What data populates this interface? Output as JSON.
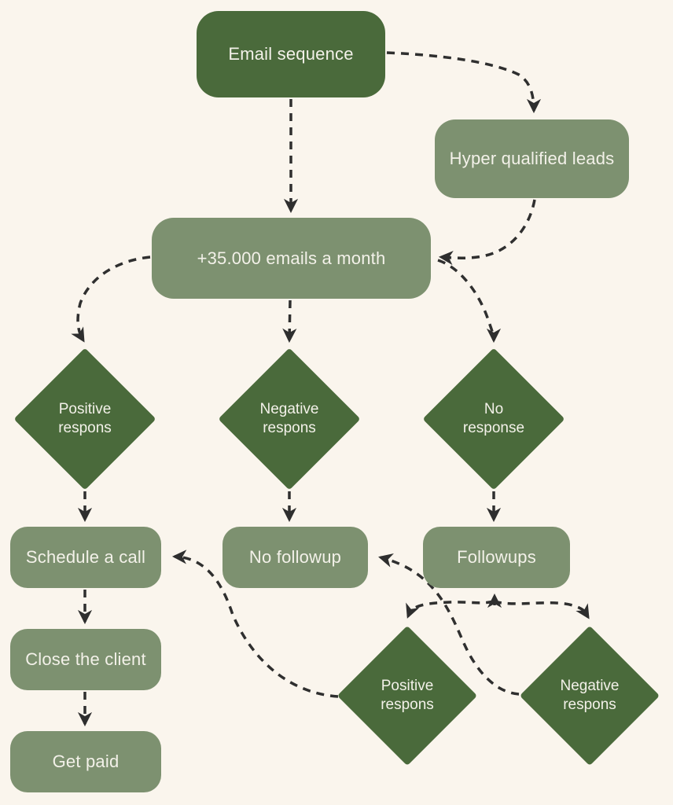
{
  "diagram": {
    "background_color": "#FAF5ED",
    "node_dark_color": "#4A6A3B",
    "node_sage_color": "#7D9170",
    "text_color": "#F3F1E9",
    "connector_color": "#2F2F2F",
    "connector_style": "dashed",
    "nodes": {
      "email_sequence": {
        "label": "Email sequence",
        "shape": "rounded-box",
        "color": "#4A6A3B"
      },
      "hyper_qualified_leads": {
        "label": "Hyper qualified leads",
        "shape": "rounded-box",
        "color": "#7D9170"
      },
      "emails_per_month": {
        "label": "+35.000 emails a month",
        "shape": "rounded-box",
        "color": "#7D9170"
      },
      "positive_respons_top": {
        "line1": "Positive",
        "line2": "respons",
        "shape": "diamond",
        "color": "#4A6A3B"
      },
      "negative_respons_top": {
        "line1": "Negative",
        "line2": "respons",
        "shape": "diamond",
        "color": "#4A6A3B"
      },
      "no_response": {
        "line1": "No",
        "line2": "response",
        "shape": "diamond",
        "color": "#4A6A3B"
      },
      "schedule_call": {
        "label": "Schedule a call",
        "shape": "rounded-box",
        "color": "#7D9170"
      },
      "no_followup": {
        "label": "No followup",
        "shape": "rounded-box",
        "color": "#7D9170"
      },
      "followups": {
        "label": "Followups",
        "shape": "rounded-box",
        "color": "#7D9170"
      },
      "close_client": {
        "label": "Close the client",
        "shape": "rounded-box",
        "color": "#7D9170"
      },
      "get_paid": {
        "label": "Get paid",
        "shape": "rounded-box",
        "color": "#7D9170"
      },
      "positive_respons_bottom": {
        "line1": "Positive",
        "line2": "respons",
        "shape": "diamond",
        "color": "#4A6A3B"
      },
      "negative_respons_bottom": {
        "line1": "Negative",
        "line2": "respons",
        "shape": "diamond",
        "color": "#4A6A3B"
      }
    },
    "edges": [
      "email_sequence -> emails_per_month",
      "email_sequence -> hyper_qualified_leads",
      "hyper_qualified_leads -> emails_per_month",
      "emails_per_month -> positive_respons_top",
      "emails_per_month -> negative_respons_top",
      "emails_per_month -> no_response",
      "positive_respons_top -> schedule_call",
      "negative_respons_top -> no_followup",
      "no_response -> followups",
      "schedule_call -> close_client",
      "close_client -> get_paid",
      "followups -> positive_respons_bottom",
      "followups -> negative_respons_bottom",
      "positive_respons_bottom -> schedule_call",
      "negative_respons_bottom -> no_followup"
    ]
  }
}
